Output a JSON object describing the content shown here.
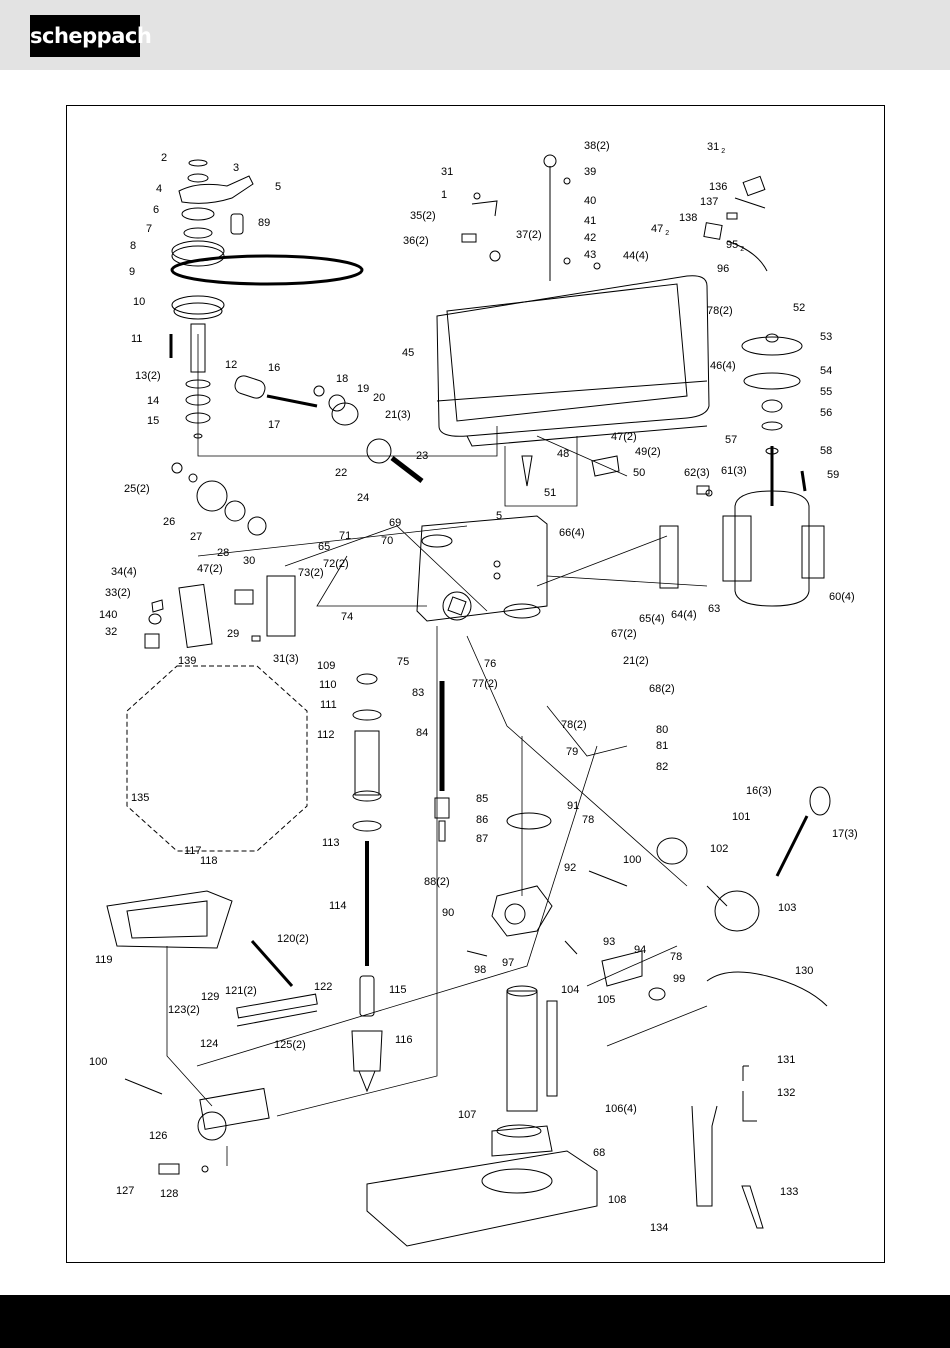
{
  "header": {
    "brand": "scheppach"
  },
  "part_labels": [
    {
      "id": "p2",
      "text": "2"
    },
    {
      "id": "p3",
      "text": "3"
    },
    {
      "id": "p4",
      "text": "4"
    },
    {
      "id": "p5a",
      "text": "5"
    },
    {
      "id": "p6",
      "text": "6"
    },
    {
      "id": "p7",
      "text": "7"
    },
    {
      "id": "p89",
      "text": "89"
    },
    {
      "id": "p8",
      "text": "8"
    },
    {
      "id": "p9",
      "text": "9"
    },
    {
      "id": "p10",
      "text": "10"
    },
    {
      "id": "p11",
      "text": "11"
    },
    {
      "id": "p12",
      "text": "12"
    },
    {
      "id": "p13",
      "text": "13(2)"
    },
    {
      "id": "p14",
      "text": "14"
    },
    {
      "id": "p15",
      "text": "15"
    },
    {
      "id": "p16",
      "text": "16"
    },
    {
      "id": "p17",
      "text": "17"
    },
    {
      "id": "p18",
      "text": "18"
    },
    {
      "id": "p19",
      "text": "19"
    },
    {
      "id": "p20",
      "text": "20"
    },
    {
      "id": "p21a",
      "text": "21(3)"
    },
    {
      "id": "p22",
      "text": "22"
    },
    {
      "id": "p23",
      "text": "23"
    },
    {
      "id": "p24",
      "text": "24"
    },
    {
      "id": "p25",
      "text": "25(2)"
    },
    {
      "id": "p26",
      "text": "26"
    },
    {
      "id": "p27",
      "text": "27"
    },
    {
      "id": "p28",
      "text": "28"
    },
    {
      "id": "p31a",
      "text": "31"
    },
    {
      "id": "p1",
      "text": "1"
    },
    {
      "id": "p35",
      "text": "35(2)"
    },
    {
      "id": "p36",
      "text": "36(2)"
    },
    {
      "id": "p37",
      "text": "37(2)"
    },
    {
      "id": "p38",
      "text": "38(2)"
    },
    {
      "id": "p39",
      "text": "39"
    },
    {
      "id": "p40",
      "text": "40"
    },
    {
      "id": "p41",
      "text": "41"
    },
    {
      "id": "p42",
      "text": "42"
    },
    {
      "id": "p43",
      "text": "43"
    },
    {
      "id": "p44",
      "text": "44(4)"
    },
    {
      "id": "p45",
      "text": "45"
    },
    {
      "id": "p46",
      "text": "46(4)"
    },
    {
      "id": "p47a",
      "text": "47(2)"
    },
    {
      "id": "p49",
      "text": "49(2)"
    },
    {
      "id": "p48",
      "text": "48"
    },
    {
      "id": "p50",
      "text": "50"
    },
    {
      "id": "p51",
      "text": "51"
    },
    {
      "id": "p5b",
      "text": "5"
    },
    {
      "id": "p66",
      "text": "66(4)"
    },
    {
      "id": "p69",
      "text": "69"
    },
    {
      "id": "p71",
      "text": "71"
    },
    {
      "id": "p65a",
      "text": "65"
    },
    {
      "id": "p70",
      "text": "70"
    },
    {
      "id": "p72",
      "text": "72(2)"
    },
    {
      "id": "p73",
      "text": "73(2)"
    },
    {
      "id": "p74",
      "text": "74"
    },
    {
      "id": "p75",
      "text": "75"
    },
    {
      "id": "p76",
      "text": "76"
    },
    {
      "id": "p67",
      "text": "67(2)"
    },
    {
      "id": "p21b",
      "text": "21(2)"
    },
    {
      "id": "p68a",
      "text": "68(2)"
    },
    {
      "id": "p77",
      "text": "77(2)"
    },
    {
      "id": "p78a",
      "text": "78(2)"
    },
    {
      "id": "p79",
      "text": "79"
    },
    {
      "id": "p80",
      "text": "80"
    },
    {
      "id": "p81",
      "text": "81"
    },
    {
      "id": "p82",
      "text": "82"
    },
    {
      "id": "p34",
      "text": "34(4)"
    },
    {
      "id": "p33",
      "text": "33(2)"
    },
    {
      "id": "p140",
      "text": "140"
    },
    {
      "id": "p32",
      "text": "32"
    },
    {
      "id": "p139",
      "text": "139"
    },
    {
      "id": "p29",
      "text": "29"
    },
    {
      "id": "p47b",
      "text": "47(2)"
    },
    {
      "id": "p30",
      "text": "30"
    },
    {
      "id": "p31b",
      "text": "31(3)"
    },
    {
      "id": "p62",
      "text": "62(3)"
    },
    {
      "id": "p61",
      "text": "61(3)"
    },
    {
      "id": "p59",
      "text": "59"
    },
    {
      "id": "p63",
      "text": "63"
    },
    {
      "id": "p64",
      "text": "64(4)"
    },
    {
      "id": "p65b",
      "text": "65(4)"
    },
    {
      "id": "p60",
      "text": "60(4)"
    },
    {
      "id": "p52",
      "text": "52"
    },
    {
      "id": "p78b",
      "text": "78(2)"
    },
    {
      "id": "p53",
      "text": "53"
    },
    {
      "id": "p54",
      "text": "54"
    },
    {
      "id": "p55",
      "text": "55"
    },
    {
      "id": "p56",
      "text": "56"
    },
    {
      "id": "p57",
      "text": "57"
    },
    {
      "id": "p58",
      "text": "58"
    },
    {
      "id": "p136",
      "text": "136"
    },
    {
      "id": "p137",
      "text": "137"
    },
    {
      "id": "p138",
      "text": "138"
    },
    {
      "id": "p96",
      "text": "96"
    },
    {
      "id": "p109",
      "text": "109"
    },
    {
      "id": "p110",
      "text": "110"
    },
    {
      "id": "p111",
      "text": "111"
    },
    {
      "id": "p112",
      "text": "112"
    },
    {
      "id": "p135",
      "text": "135"
    },
    {
      "id": "p113",
      "text": "113"
    },
    {
      "id": "p114",
      "text": "114"
    },
    {
      "id": "p115",
      "text": "115"
    },
    {
      "id": "p116",
      "text": "116"
    },
    {
      "id": "p83",
      "text": "83"
    },
    {
      "id": "p84",
      "text": "84"
    },
    {
      "id": "p85",
      "text": "85"
    },
    {
      "id": "p86",
      "text": "86"
    },
    {
      "id": "p87",
      "text": "87"
    },
    {
      "id": "p88",
      "text": "88(2)"
    },
    {
      "id": "p90",
      "text": "90"
    },
    {
      "id": "p91",
      "text": "91"
    },
    {
      "id": "p78c",
      "text": "78"
    },
    {
      "id": "p92",
      "text": "92"
    },
    {
      "id": "p100a",
      "text": "100"
    },
    {
      "id": "p101",
      "text": "101"
    },
    {
      "id": "p102",
      "text": "102"
    },
    {
      "id": "p16b",
      "text": "16(3)"
    },
    {
      "id": "p17b",
      "text": "17(3)"
    },
    {
      "id": "p103",
      "text": "103"
    },
    {
      "id": "p93",
      "text": "93"
    },
    {
      "id": "p94",
      "text": "94"
    },
    {
      "id": "p78d",
      "text": "78"
    },
    {
      "id": "p97",
      "text": "97"
    },
    {
      "id": "p98",
      "text": "98"
    },
    {
      "id": "p99",
      "text": "99"
    },
    {
      "id": "p130",
      "text": "130"
    },
    {
      "id": "p104",
      "text": "104"
    },
    {
      "id": "p105",
      "text": "105"
    },
    {
      "id": "p106",
      "text": "106(4)"
    },
    {
      "id": "p107",
      "text": "107"
    },
    {
      "id": "p68b",
      "text": "68"
    },
    {
      "id": "p108",
      "text": "108"
    },
    {
      "id": "p131",
      "text": "131"
    },
    {
      "id": "p132",
      "text": "132"
    },
    {
      "id": "p133",
      "text": "133"
    },
    {
      "id": "p134",
      "text": "134"
    },
    {
      "id": "p117",
      "text": "117"
    },
    {
      "id": "p118",
      "text": "118"
    },
    {
      "id": "p119",
      "text": "119"
    },
    {
      "id": "p120",
      "text": "120(2)"
    },
    {
      "id": "p121",
      "text": "121(2)"
    },
    {
      "id": "p122",
      "text": "122"
    },
    {
      "id": "p129",
      "text": "129"
    },
    {
      "id": "p123",
      "text": "123(2)"
    },
    {
      "id": "p124",
      "text": "124"
    },
    {
      "id": "p125",
      "text": "125(2)"
    },
    {
      "id": "p100b",
      "text": "100"
    },
    {
      "id": "p126",
      "text": "126"
    },
    {
      "id": "p127",
      "text": "127"
    },
    {
      "id": "p128",
      "text": "128"
    }
  ],
  "subscript_labels": [
    {
      "id": "s31",
      "text": "31",
      "sub": "2"
    },
    {
      "id": "s47",
      "text": "47",
      "sub": "2"
    },
    {
      "id": "s95",
      "text": "95",
      "sub": "2"
    }
  ]
}
